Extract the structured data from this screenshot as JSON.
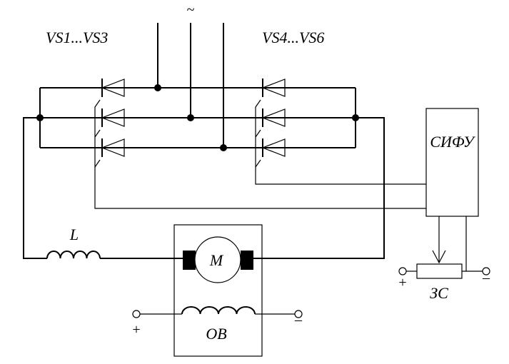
{
  "labels": {
    "ac_symbol": "~",
    "group_left": "VS1...VS3",
    "group_right": "VS4...VS6",
    "control_unit": "СИФУ",
    "inductor": "L",
    "motor": "М",
    "field_winding": "ОВ",
    "setpoint": "ЗС",
    "plus": "+",
    "minus": "–"
  },
  "colors": {
    "ink": "#000000",
    "paper": "#ffffff"
  }
}
